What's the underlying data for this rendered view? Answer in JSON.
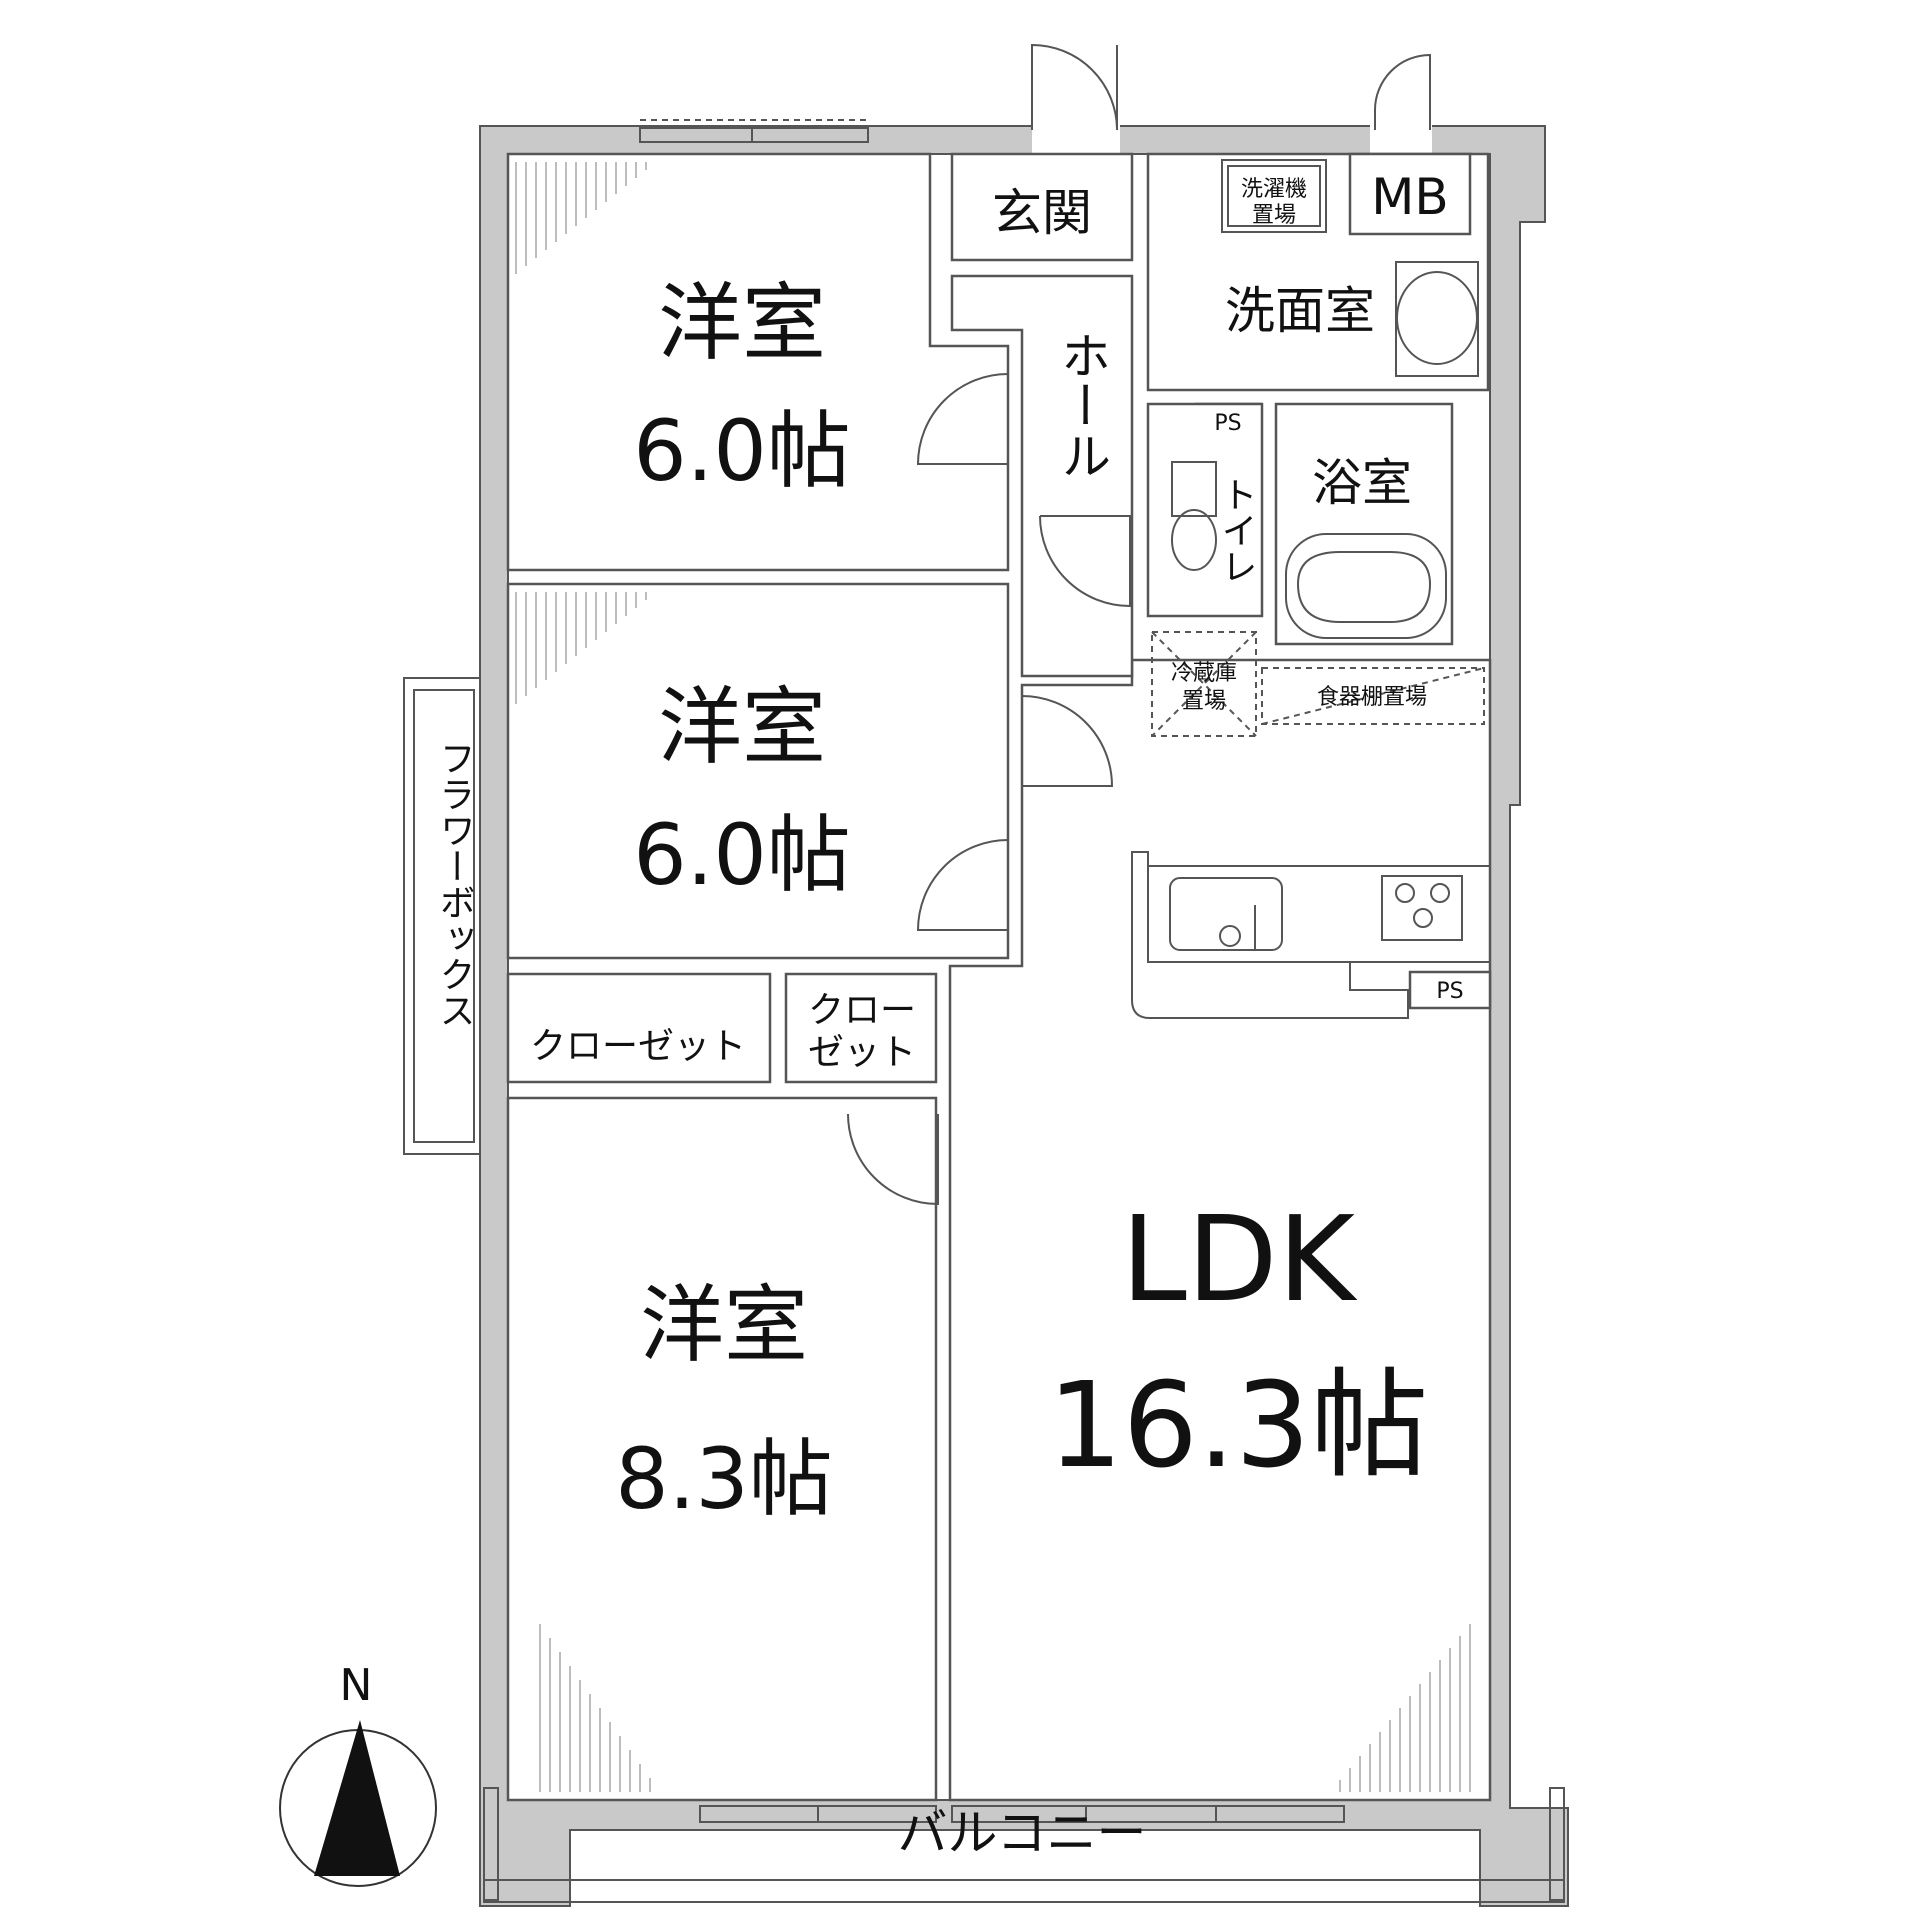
{
  "rooms": {
    "western_room_1": {
      "name": "洋室",
      "size": "6.0帖"
    },
    "western_room_2": {
      "name": "洋室",
      "size": "6.0帖"
    },
    "western_room_3": {
      "name": "洋室",
      "size": "8.3帖"
    },
    "ldk": {
      "name": "LDK",
      "size": "16.3帖"
    },
    "entrance": "玄関",
    "hall": "ホール",
    "washroom": "洗面室",
    "washing_machine_space": [
      "洗濯機",
      "置場"
    ],
    "meter_box": "MB",
    "pipe_space_upper": "PS",
    "pipe_space_lower": "PS",
    "toilet": "トイレ",
    "bathroom": "浴室",
    "fridge_space": [
      "冷蔵庫",
      "置場"
    ],
    "cupboard_space": "食器棚置場",
    "closet_wide": "クローゼット",
    "closet_small": [
      "クロー",
      "ゼット"
    ],
    "flower_box": "フラワーボックス",
    "balcony": "バルコニー"
  },
  "compass": {
    "label": "N"
  }
}
